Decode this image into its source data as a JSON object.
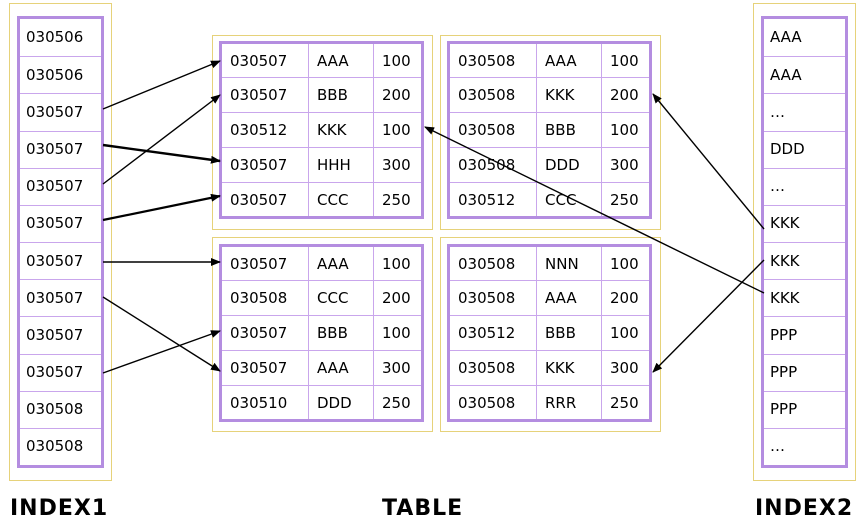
{
  "index1": {
    "caption": "INDEX1",
    "items": [
      "030506",
      "030506",
      "030507",
      "030507",
      "030507",
      "030507",
      "030507",
      "030507",
      "030507",
      "030507",
      "030508",
      "030508"
    ]
  },
  "index2": {
    "caption": "INDEX2",
    "items": [
      "AAA",
      "AAA",
      "…",
      "DDD",
      "…",
      "KKK",
      "KKK",
      "KKK",
      "PPP",
      "PPP",
      "PPP",
      "…"
    ]
  },
  "table": {
    "caption": "TABLE",
    "blocks": [
      {
        "rows": [
          [
            "030507",
            "AAA",
            "100"
          ],
          [
            "030507",
            "BBB",
            "200"
          ],
          [
            "030512",
            "KKK",
            "100"
          ],
          [
            "030507",
            "HHH",
            "300"
          ],
          [
            "030507",
            "CCC",
            "250"
          ]
        ]
      },
      {
        "rows": [
          [
            "030508",
            "AAA",
            "100"
          ],
          [
            "030508",
            "KKK",
            "200"
          ],
          [
            "030508",
            "BBB",
            "100"
          ],
          [
            "030508",
            "DDD",
            "300"
          ],
          [
            "030512",
            "CCC",
            "250"
          ]
        ]
      },
      {
        "rows": [
          [
            "030507",
            "AAA",
            "100"
          ],
          [
            "030508",
            "CCC",
            "200"
          ],
          [
            "030507",
            "BBB",
            "100"
          ],
          [
            "030507",
            "AAA",
            "300"
          ],
          [
            "030510",
            "DDD",
            "250"
          ]
        ]
      },
      {
        "rows": [
          [
            "030508",
            "NNN",
            "100"
          ],
          [
            "030508",
            "AAA",
            "200"
          ],
          [
            "030512",
            "BBB",
            "100"
          ],
          [
            "030508",
            "KKK",
            "300"
          ],
          [
            "030508",
            "RRR",
            "250"
          ]
        ]
      }
    ]
  }
}
